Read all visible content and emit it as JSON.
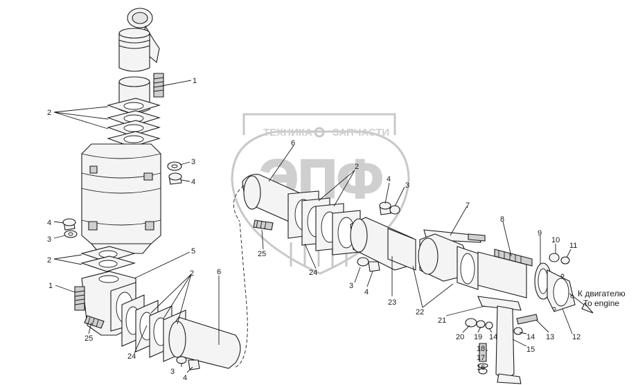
{
  "watermark": {
    "line1_left": "ТЕХНИКА",
    "line1_right": "ЗАПЧАСТИ",
    "big": "ЭПФ",
    "color": "#c8c8c8"
  },
  "direction": {
    "ru": "К двигателю",
    "en": "To engine"
  },
  "callouts": {
    "c1a": "1",
    "c2a": "2",
    "c3a": "3",
    "c4a": "4",
    "c4b": "4",
    "c3b": "3",
    "c2b": "2",
    "c5": "5",
    "c1b": "1",
    "c25a": "25",
    "c24a": "24",
    "c2c": "2",
    "c6a": "6",
    "c3c": "3",
    "c4c": "4",
    "c6b": "6",
    "c2d": "2",
    "c4d": "4",
    "c3d": "3",
    "c25b": "25",
    "c24b": "24",
    "c3e": "3",
    "c4e": "4",
    "c23": "23",
    "c22": "22",
    "c7": "7",
    "c8": "8",
    "c9": "9",
    "c10": "10",
    "c11": "11",
    "c21": "21",
    "c20": "20",
    "c19": "19",
    "c14a": "14",
    "c14b": "14",
    "c13": "13",
    "c12": "12",
    "c15": "15",
    "c18": "18",
    "c17": "17",
    "c16": "16"
  }
}
